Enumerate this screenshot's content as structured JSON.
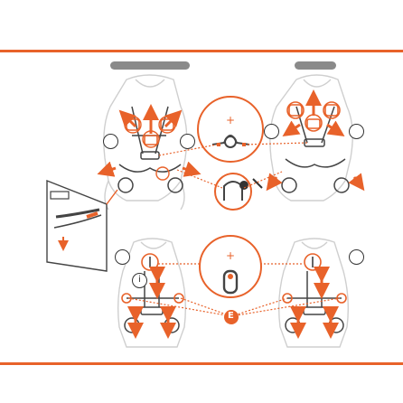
{
  "colors": {
    "accent": "#e8622a",
    "line": "#3a3a3a",
    "grey": "#8a8a8a",
    "body": "#cfcfcf"
  },
  "icons": {
    "center_marker": "plus",
    "step_e": "E",
    "info": "i",
    "arrows": "double-arrow"
  },
  "labels": {
    "info_left": "i",
    "e_marker": "E",
    "plus_top": "+",
    "plus_bottom": "+"
  }
}
